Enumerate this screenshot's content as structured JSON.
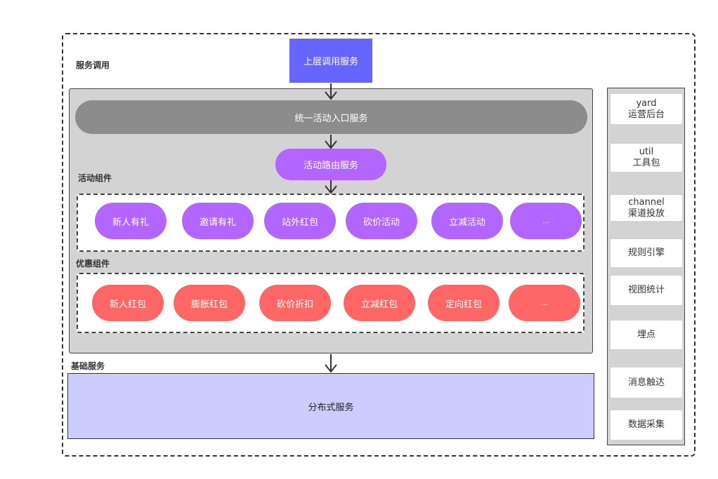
{
  "labels": {
    "service_call": "服务调用",
    "activity_components": "活动组件",
    "discount_components": "优惠组件",
    "base_services": "基础服务"
  },
  "top_service": "上层调用服务",
  "entry_service": "统一活动入口服务",
  "route_service": "活动路由服务",
  "activity_items": [
    "新人有礼",
    "邀请有礼",
    "站外红包",
    "砍价活动",
    "立减活动",
    "..."
  ],
  "discount_items": [
    "新人红包",
    "膨胀红包",
    "砍价折扣",
    "立减红包",
    "定向红包",
    "..."
  ],
  "base_service": "分布式服务",
  "side_items": [
    {
      "line1": "yard",
      "line2": "运营后台"
    },
    {
      "line1": "util",
      "line2": "工具包"
    },
    {
      "line1": "channel",
      "line2": "渠道投放"
    },
    {
      "line1": "规则引擎",
      "line2": ""
    },
    {
      "line1": "视图统计",
      "line2": ""
    },
    {
      "line1": "埋点",
      "line2": ""
    },
    {
      "line1": "消息触达",
      "line2": ""
    },
    {
      "line1": "数据采集",
      "line2": ""
    }
  ],
  "colors": {
    "top_service": "#6666ff",
    "entry_pill": "#8c8c8c",
    "activity_pill": "#b266ff",
    "discount_pill": "#ff6666",
    "base_service": "#ccccff",
    "panel_gray": "#d3d3d3"
  }
}
